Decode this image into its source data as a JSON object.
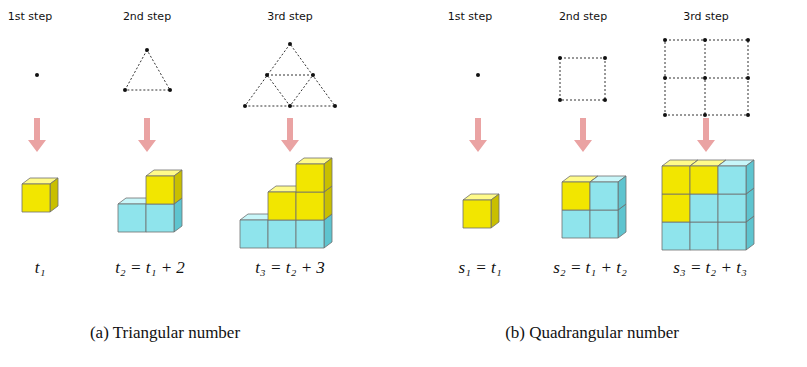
{
  "diagram": {
    "labels": [
      "1st step",
      "2nd step",
      "3rd step",
      "1st step",
      "2nd step",
      "3rd step",
      "t₁",
      "t₂ = t₁ + 2",
      "t₃ = t₂ + 3",
      "s₁ = t₁",
      "s₂ = t₁ + t₂",
      "s₃ = t₂ + t₃",
      "(a) Triangular number",
      "(b) Quadrangular number"
    ]
  }
}
